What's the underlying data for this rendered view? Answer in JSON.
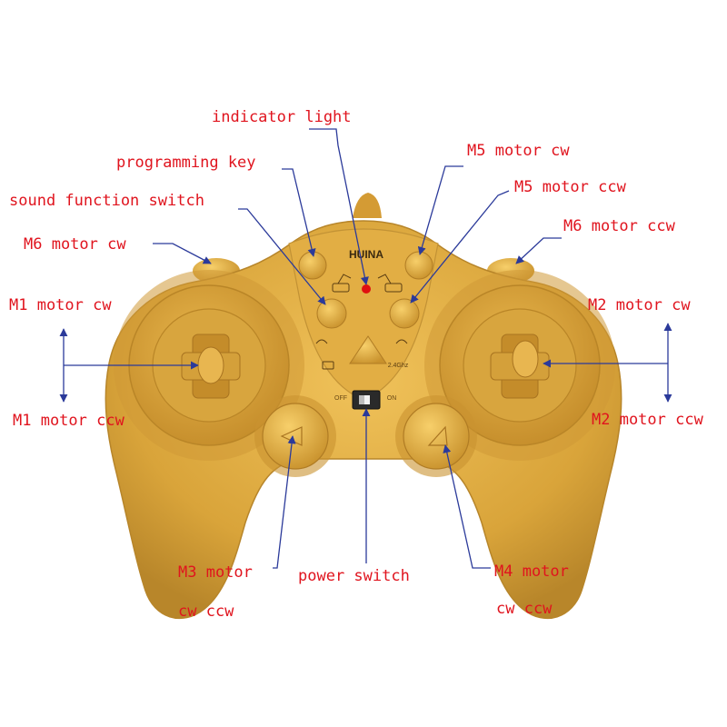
{
  "brand": "HUINA",
  "frequency": "2.4Ghz",
  "switch_off": "OFF",
  "switch_on": "ON",
  "labels": {
    "indicator_light": "indicator light",
    "programming_key": "programming key",
    "sound_function_switch": "sound function switch",
    "m6_motor_cw": "M6 motor cw",
    "m1_motor_cw": "M1 motor cw",
    "m1_motor_ccw": "M1 motor ccw",
    "m5_motor_cw": "M5 motor cw",
    "m5_motor_ccw": "M5 motor ccw",
    "m6_motor_ccw": "M6 motor ccw",
    "m2_motor_cw": "M2 motor cw",
    "m2_motor_ccw": "M2 motor ccw",
    "m3_motor": "M3 motor",
    "m3_cw_ccw": "cw ccw",
    "power_switch": "power switch",
    "m4_motor": "M4 motor",
    "m4_cw_ccw": "cw ccw"
  },
  "colors": {
    "controller_body": "#d9a43a",
    "controller_shadow": "#b8862a",
    "label_text": "#e0141e",
    "leader_line": "#2b3a9a",
    "indicator_led": "#e01010"
  }
}
